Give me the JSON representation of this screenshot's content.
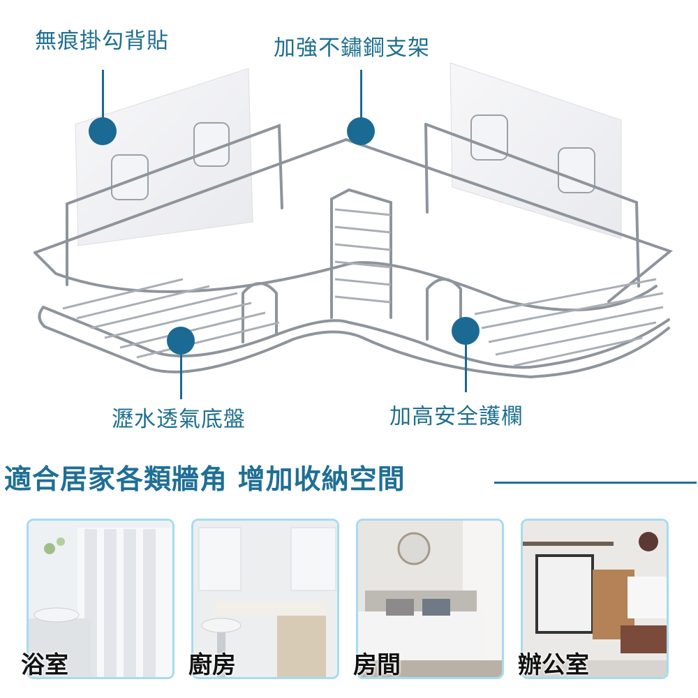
{
  "callouts": {
    "hook_pads": "無痕掛勾背貼",
    "steel_frame": "加強不鏽鋼支架",
    "drain_base": "瀝水透氣底盤",
    "guard_rail": "加高安全護欄"
  },
  "headline": "適合居家各類牆角 增加收納空間",
  "scenes": [
    {
      "label": "浴室"
    },
    {
      "label": "廚房"
    },
    {
      "label": "房間"
    },
    {
      "label": "辦公室"
    }
  ],
  "colors": {
    "accent": "#1a6a93",
    "callout_text": "#1e6f8f",
    "scene_border": "#a7dbef"
  }
}
